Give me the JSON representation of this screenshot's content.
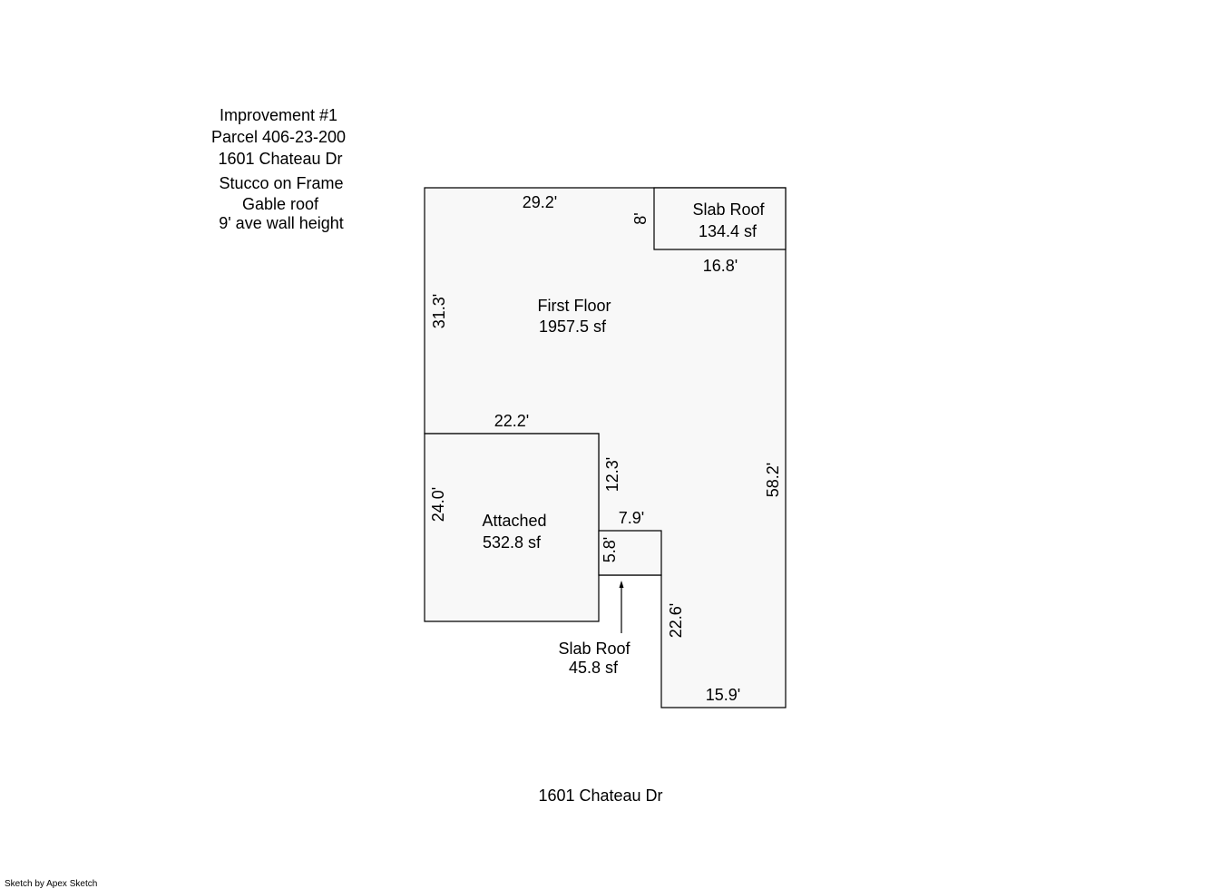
{
  "info": {
    "lines": [
      "Improvement #1",
      "Parcel 406-23-200",
      "1601 Chateau Dr",
      "Stucco on Frame",
      "Gable roof",
      "9' ave wall height"
    ]
  },
  "areas": {
    "first_floor": {
      "name": "First Floor",
      "size": "1957.5 sf"
    },
    "slab_roof_top": {
      "name": "Slab Roof",
      "size": "134.4 sf"
    },
    "attached": {
      "name": "Attached",
      "size": "532.8 sf"
    },
    "slab_roof_small": {
      "name": "Slab Roof",
      "size": "45.8 sf"
    }
  },
  "dimensions": {
    "top_width": "29.2'",
    "slab_side": "8'",
    "slab_width": "16.8'",
    "left_upper": "31.3'",
    "right_side": "58.2'",
    "attached_top": "22.2'",
    "attached_side": "24.0'",
    "inner_vertical": "12.3'",
    "small_width": "7.9'",
    "small_height": "5.8'",
    "lower_vertical": "22.6'",
    "bottom_width": "15.9'"
  },
  "address": "1601 Chateau Dr",
  "credit": "Sketch by Apex Sketch"
}
